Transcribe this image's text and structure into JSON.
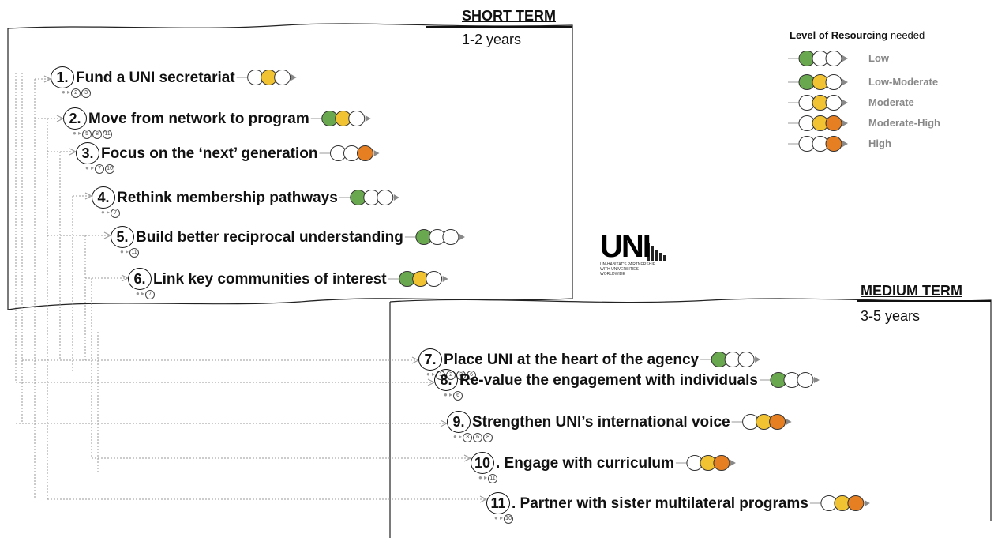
{
  "short_term": {
    "title": "SHORT TERM",
    "years": "1-2 years"
  },
  "medium_term": {
    "title": "MEDIUM TERM",
    "years": "3-5 years"
  },
  "legend": {
    "title_bold": "Level of Resourcing",
    "title_rest": " needed",
    "items": [
      {
        "label": "Low",
        "colors": [
          "#6aa84f",
          "#ffffff",
          "#ffffff"
        ]
      },
      {
        "label": "Low-Moderate",
        "colors": [
          "#6aa84f",
          "#f1c232",
          "#ffffff"
        ]
      },
      {
        "label": "Moderate",
        "colors": [
          "#ffffff",
          "#f1c232",
          "#ffffff"
        ]
      },
      {
        "label": "Moderate-High",
        "colors": [
          "#ffffff",
          "#f1c232",
          "#e67e22"
        ]
      },
      {
        "label": "High",
        "colors": [
          "#ffffff",
          "#ffffff",
          "#e67e22"
        ]
      }
    ]
  },
  "logo": {
    "mark": "UNI",
    "tagline": "UN-HABITAT'S PARTNERSHIP WITH UNIVERSITIES WORLDWIDE"
  },
  "actions": [
    {
      "num": "1.",
      "label": "Fund a UNI secretariat",
      "level": "Moderate",
      "deps": [
        "2",
        "3"
      ]
    },
    {
      "num": "2.",
      "label": "Move from network to program",
      "level": "Low-Moderate",
      "deps": [
        "5",
        "8",
        "11"
      ]
    },
    {
      "num": "3.",
      "label": "Focus on the ‘next’ generation",
      "level": "High",
      "deps": [
        "7",
        "10"
      ]
    },
    {
      "num": "4.",
      "label": "Rethink membership pathways",
      "level": "Low",
      "deps": [
        "7"
      ]
    },
    {
      "num": "5.",
      "label": "Build better reciprocal understanding",
      "level": "Low",
      "deps": [
        "11"
      ]
    },
    {
      "num": "6.",
      "label": "Link key communities of interest",
      "level": "Low-Moderate",
      "deps": [
        "7"
      ]
    },
    {
      "num": "7.",
      "label": "Place UNI at the heart of the agency",
      "level": "Low",
      "deps": [
        "1",
        "2",
        "3",
        "6"
      ]
    },
    {
      "num": "8.",
      "label": "Re-value the engagement with individuals",
      "level": "Low",
      "deps": [
        "6"
      ]
    },
    {
      "num": "9.",
      "label": "Strengthen UNI’s international voice",
      "level": "Moderate-High",
      "deps": [
        "3",
        "6",
        "8"
      ]
    },
    {
      "num": "10",
      "label": ". Engage with curriculum",
      "level": "Moderate-High",
      "deps": [
        "11"
      ]
    },
    {
      "num": "11",
      "label": ". Partner with sister multilateral programs",
      "level": "Moderate-High",
      "deps": [
        "10"
      ]
    }
  ]
}
